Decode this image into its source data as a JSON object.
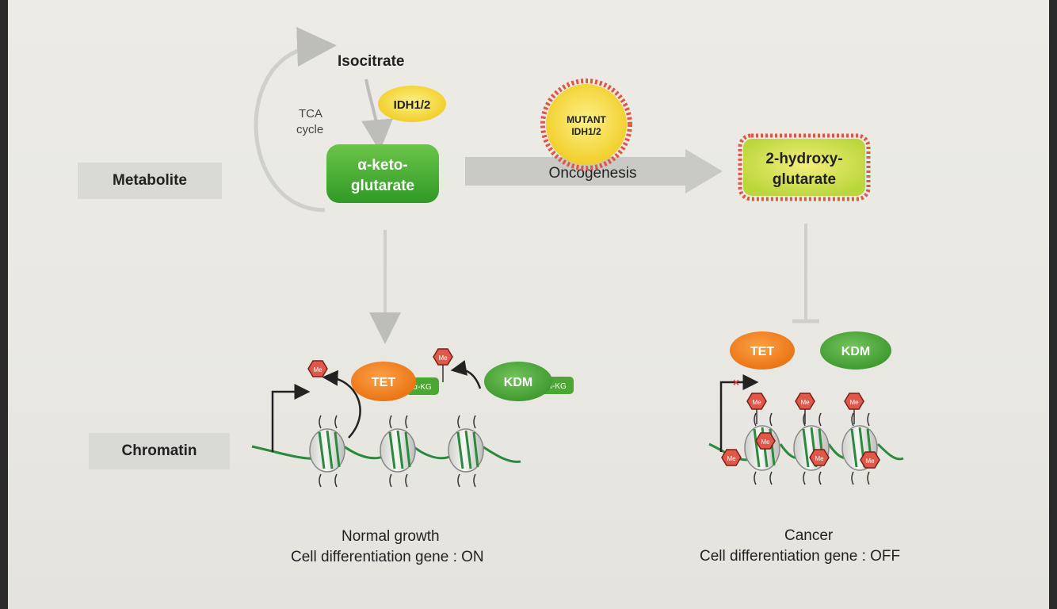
{
  "row_labels": {
    "metabolite": "Metabolite",
    "chromatin": "Chromatin"
  },
  "metabolic": {
    "isocitrate": "Isocitrate",
    "idh": "IDH1/2",
    "tca_line1": "TCA",
    "tca_line2": "cycle",
    "akg_line1": "α-keto-",
    "akg_line2": "glutarate",
    "mutant_line1": "MUTANT",
    "mutant_line2": "IDH1/2",
    "oncogenesis": "Oncogenesis",
    "hg_line1": "2-hydroxy-",
    "hg_line2": "glutarate"
  },
  "enzymes": {
    "tet": "TET",
    "kdm": "KDM",
    "akg_short": "α-KG",
    "me": "Me"
  },
  "captions": {
    "normal_title": "Normal growth",
    "normal_sub": "Cell differentiation gene : ON",
    "cancer_title": "Cancer",
    "cancer_sub": "Cell differentiation gene : OFF"
  },
  "colors": {
    "green_box": "#3faa2e",
    "yellow": "#f2d32a",
    "orange": "#f07f1a",
    "kdm_green": "#3f9e2f",
    "me_red": "#e0584a",
    "arrow_gray": "#c9c9c6"
  }
}
